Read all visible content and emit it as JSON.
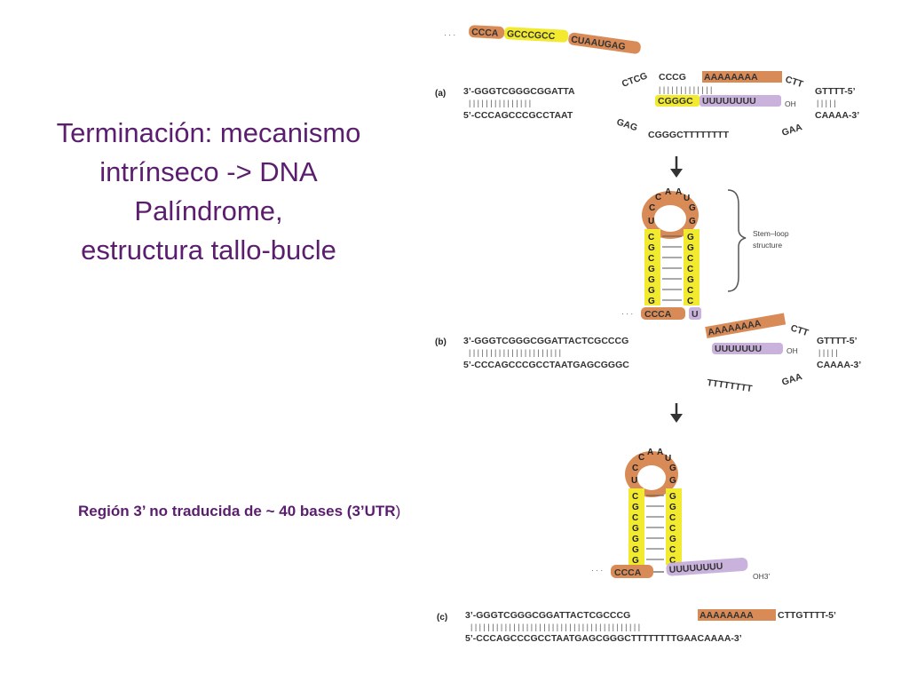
{
  "slide": {
    "title_lines": [
      "Terminación: mecanismo",
      "intrínseco -> DNA",
      "Palíndrome,",
      "estructura tallo-bucle"
    ],
    "utr_note_bold": "Región 3’ no traducida  de ~ 40 bases (3’UTR",
    "utr_note_paren": ")"
  },
  "figure": {
    "colors": {
      "orange": "#d98b57",
      "yellow": "#f2ea2e",
      "lavender": "#c9b3dc",
      "text": "#333333",
      "arrow": "#333333"
    },
    "panel_a": {
      "label": "(a)",
      "rna_upstream": {
        "orange1": "CCCA",
        "yellow1": "GCCCGCC",
        "orange2": "CUAAUGAG"
      },
      "top_left": "3’-GGGTCGGGCGGATTA",
      "top_bulge": "CTCG",
      "top_middle": "CCCG",
      "top_orange": "AAAAAAAA",
      "top_right_bulge": "CTT",
      "top_end": "GTTTT-5’",
      "rna_yellow": "CGGGC",
      "rna_purple": "UUUUUUUU",
      "rna_oh": "OH",
      "bottom_left": "5’-CCCAGCCCGCCTAAT",
      "bottom_bulge": "GAG",
      "bottom_middle": "CGGGCTTTTTTTT",
      "bottom_right_bulge": "GAA",
      "bottom_end": "CAAAA-3’"
    },
    "stem_loop_b": {
      "loop": "UCCAAUGG",
      "left_stem": "CGCGGGG",
      "right_stem": "GGCCGCC",
      "tail_orange": "CCCA",
      "tail_u": "U",
      "bracket_label_1": "Stem–loop",
      "bracket_label_2": "structure"
    },
    "panel_b": {
      "label": "(b)",
      "top_left": "3’-GGGTCGGGCGGATTACTCGCCCG",
      "top_orange": "AAAAAAAA",
      "top_right_bulge": "CTT",
      "top_end": "GTTTT-5’",
      "rna_purple": "UUUUUUU",
      "rna_oh": "OH",
      "bottom_left": "5’-CCCAGCCCGCCTAATGAGCGGGC",
      "bottom_middle": "TTTTTTTT",
      "bottom_right_bulge": "GAA",
      "bottom_end": "CAAAA-3’"
    },
    "stem_loop_c": {
      "loop": "UCCAAUGG",
      "left_stem": "CGCGGGG",
      "right_stem": "GGCCGCC",
      "tail_orange": "CCCA",
      "tail_purple": "UUUUUUUU",
      "tail_oh": "OH3’"
    },
    "panel_c": {
      "label": "(c)",
      "top_left": "3’-GGGTCGGGCGGATTACTCGCCCG",
      "top_orange": "AAAAAAAA",
      "top_right": "CTTGTTTT-5’",
      "bottom": "5’-CCCAGCCCGCCTAATGAGCGGGCTTTTTTTTGAACAAAA-3’"
    }
  }
}
